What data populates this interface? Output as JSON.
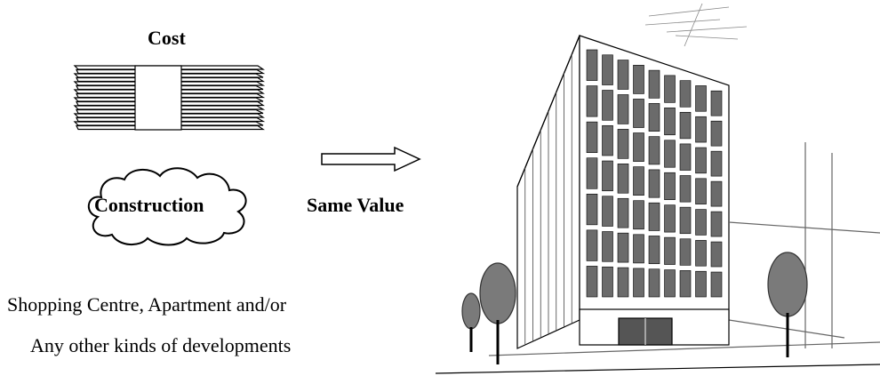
{
  "diagram": {
    "cost_label": "Cost",
    "construction_label": "Construction",
    "arrow_label": "Same Value",
    "description_line1": "Shopping Centre, Apartment and/or",
    "description_line2": "Any other kinds of developments"
  },
  "icons": {
    "money": "money-stack-icon",
    "cloud": "cloud-icon",
    "arrow": "right-arrow-icon",
    "building": "office-building-illustration"
  },
  "colors": {
    "ink": "#000000",
    "window": "#6b6b6b",
    "tree": "#7a7a7a"
  }
}
